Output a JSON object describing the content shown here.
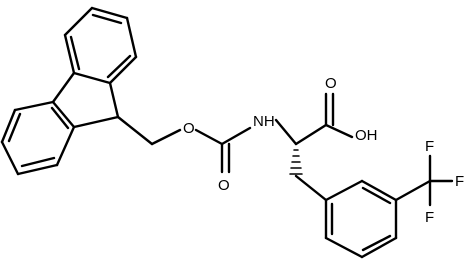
{
  "molecule": {
    "atom_labels": {
      "o_ether": "O",
      "o_carbonyl": "O",
      "nh": "NH",
      "o_acid_carbonyl": "O",
      "oh": "OH",
      "f_top": "F",
      "f_right": "F",
      "f_bottom": "F"
    }
  }
}
